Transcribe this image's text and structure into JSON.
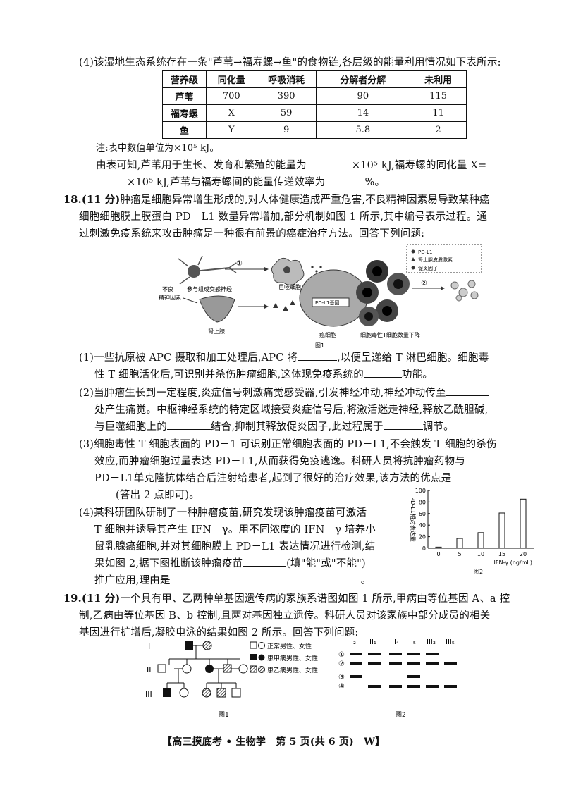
{
  "q17_4": {
    "intro": "(4)该湿地生态系统存在一条\"芦苇→福寿螺→鱼\"的食物链,各层级的能量利用情况如下表所示:",
    "table": {
      "headers": [
        "营养级",
        "同化量",
        "呼吸消耗",
        "分解者分解",
        "未利用"
      ],
      "rows": [
        [
          "芦苇",
          "700",
          "390",
          "90",
          "115"
        ],
        [
          "福寿螺",
          "X",
          "59",
          "14",
          "11"
        ],
        [
          "鱼",
          "Y",
          "9",
          "5.8",
          "2"
        ]
      ]
    },
    "note": "注:表中数值单位为×10⁵ kJ。",
    "line1a": "由表可知,芦苇用于生长、发育和繁殖的能量为",
    "line1b": "×10⁵ kJ,福寿螺的同化量 X=",
    "line2a": "×10⁵ kJ,芦苇与福寿螺间的能量传递效率为",
    "line2b": "%。"
  },
  "q18": {
    "head": "18.(11 分)",
    "l1": "肿瘤是细胞异常增生形成的,对人体健康造成严重危害,不良精神因素易导致某种癌",
    "l2": "细胞细胞膜上膜蛋白 PD－L1 数量异常增加,部分机制如图 1 所示,其中编号表示过程。通",
    "l3": "过刺激免疫系统来攻击肿瘤是一种很有前景的癌症治疗方法。回答下列问题:",
    "fig1": {
      "label_nerve": "参与组成交感神经",
      "label_macro": "巨噬细胞",
      "label_bad": "不良",
      "label_bad2": "精神因素",
      "label_adrenal": "肾上腺",
      "label_cancer": "癌细胞",
      "label_gene": "PD-L1基因",
      "label_tcell": "细胞毒性T细胞数量下降",
      "legend1": "PD-L1",
      "legend2": "肾上腺皮质激素",
      "legend3": "促炎因子",
      "step1": "①",
      "step2": "②",
      "caption": "图1"
    },
    "p1a": "(1)一些抗原被 APC 摄取和加工处理后,APC 将",
    "p1b": ",以便呈递给 T 淋巴细胞。细胞毒",
    "p1c": "性 T 细胞活化后,可识别并杀伤肿瘤细胞,这体现免疫系统的",
    "p1d": "功能。",
    "p2a": "(2)当肿瘤生长到一定程度,炎症信号刺激痛觉感受器,引发神经冲动,神经冲动传至",
    "p2b": "处产生痛觉。中枢神经系统的特定区域接受炎症信号后,将激活迷走神经,释放乙酰胆碱,",
    "p2c": "与巨噬细胞上的",
    "p2d": "结合,抑制其释放促炎因子,此过程属于",
    "p2e": "调节。",
    "p3a": "(3)细胞毒性 T 细胞表面的 PD－1 可识别正常细胞表面的 PD－L1,不会触发 T 细胞的杀伤",
    "p3b": "效应,而肿瘤细胞过量表达 PD－L1,从而获得免疫逃逸。科研人员将抗肿瘤药物与",
    "p3c": "PD－L1单克隆抗体结合后注射给患者,起到了很好的治疗效果,该方法的优点是",
    "p3d": "(答出 2 点即可)。",
    "p4a": "(4)某科研团队研制了一种肿瘤疫苗,研究发现该肿瘤疫苗可激活",
    "p4b": "T 细胞并诱导其产生 IFN－γ。用不同浓度的 IFN－γ 培养小",
    "p4c": "鼠乳腺癌细胞,并对其细胞膜上 PD－L1 表达情况进行检测,结",
    "p4d": "果如图 2,据下图推断该肿瘤疫苗",
    "p4e": "(填\"能\"或\"不能\")",
    "p4f": "推广应用,理由是",
    "p4g": "。"
  },
  "chart_data": {
    "type": "bar",
    "categories": [
      "0",
      "5",
      "10",
      "15",
      "20"
    ],
    "values": [
      2,
      17,
      27,
      61,
      85
    ],
    "title": "",
    "xlabel": "IFN-γ (ng/mL)",
    "ylabel": "PD-L1相对表达量",
    "ylim": [
      0,
      100
    ],
    "yticks": [
      "0",
      "20",
      "40",
      "60",
      "80",
      "100"
    ],
    "caption": "图2"
  },
  "q19": {
    "head": "19.(11 分)",
    "l1": "一个具有甲、乙两种单基因遗传病的家族系谱图如图 1 所示,甲病由等位基因 A、a 控",
    "l2": "制,乙病由等位基因 B、b 控制,且两对基因独立遗传。科研人员对该家族中部分成员的相关",
    "l3": "基因进行扩增后,凝胶电泳的结果如图 2 所示。回答下列问题:",
    "pedigree": {
      "gen": [
        "I",
        "II",
        "III"
      ],
      "legend1": "正常男性、女性",
      "legend2": "患甲病男性、女性",
      "legend3": "患乙病男性、女性",
      "caption": "图1"
    },
    "gel": {
      "lanes": [
        "I₂",
        "II₁",
        "II₄",
        "II₅",
        "III₃",
        "III₅"
      ],
      "bands": [
        "①",
        "②",
        "③",
        "④"
      ],
      "caption": "图2"
    }
  },
  "footer": "【高三摸底考 • 生物学　第 5 页(共 6 页)　W】"
}
